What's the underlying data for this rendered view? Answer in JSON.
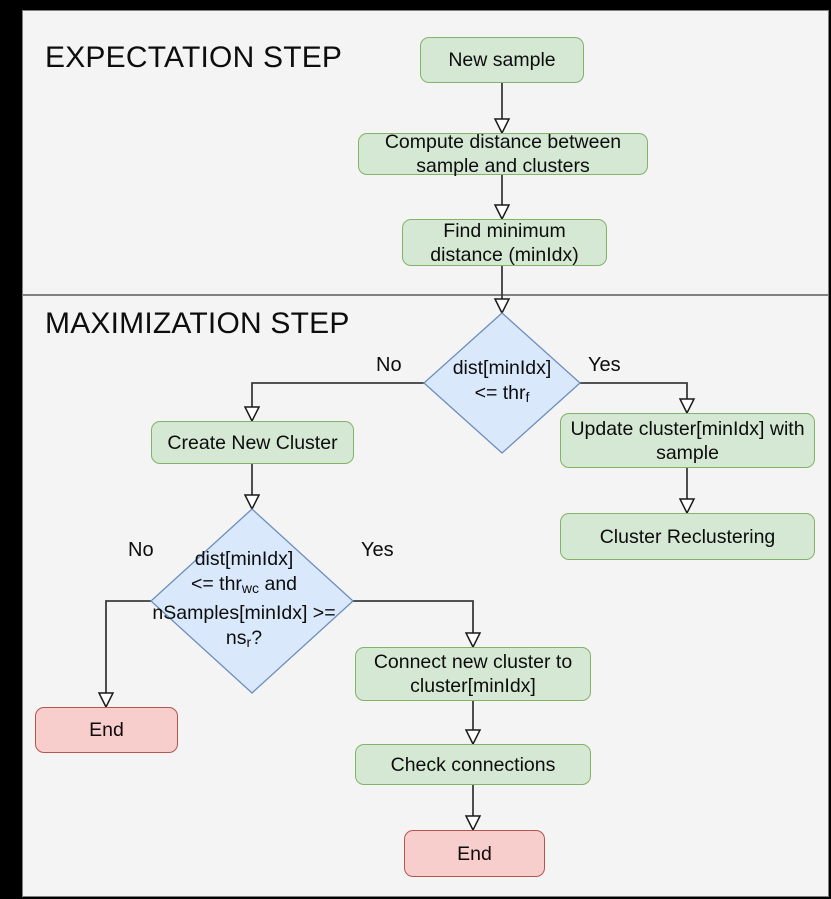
{
  "sections": [
    {
      "id": "expectation",
      "title": "EXPECTATION STEP"
    },
    {
      "id": "maximization",
      "title": "MAXIMIZATION STEP"
    }
  ],
  "nodes": {
    "new_sample": {
      "label": "New sample",
      "type": "process"
    },
    "compute_distance": {
      "label": "Compute distance between sample and clusters",
      "type": "process"
    },
    "find_minimum": {
      "label": "Find minimum distance (minIdx)",
      "type": "process"
    },
    "create_new_cluster": {
      "label": "Create New Cluster",
      "type": "process"
    },
    "update_cluster": {
      "label": "Update cluster[minIdx] with sample",
      "type": "process"
    },
    "cluster_reclustering": {
      "label": "Cluster Reclustering",
      "type": "process"
    },
    "connect_new_cluster": {
      "label": "Connect new cluster to cluster[minIdx]",
      "type": "process"
    },
    "check_connections": {
      "label": "Check connections",
      "type": "process"
    },
    "end_left": {
      "label": "End",
      "type": "terminal"
    },
    "end_bottom": {
      "label": "End",
      "type": "terminal"
    }
  },
  "decisions": {
    "decision_thr_f": {
      "line1": "dist[minIdx]",
      "line2_pre": "<= thr",
      "line2_sub": "f",
      "yes_label": "Yes",
      "no_label": "No"
    },
    "decision_thr_wc": {
      "line1": "dist[minIdx]",
      "line2_pre": "<= thr",
      "line2_sub": "wc",
      "line2_post": " and",
      "line3": "nSamples[minIdx] >=",
      "line4_pre": "ns",
      "line4_sub": "r",
      "line4_post": "?",
      "yes_label": "Yes",
      "no_label": "No"
    }
  },
  "colors": {
    "process_fill": "#d5e8d4",
    "process_stroke": "#82b366",
    "decision_fill": "#dae8fc",
    "decision_stroke": "#6c8ebf",
    "terminal_fill": "#f8cecc",
    "terminal_stroke": "#b85450",
    "canvas_bg": "#f4f4f4",
    "connector": "#3b3b3b",
    "frame": "#000000"
  }
}
